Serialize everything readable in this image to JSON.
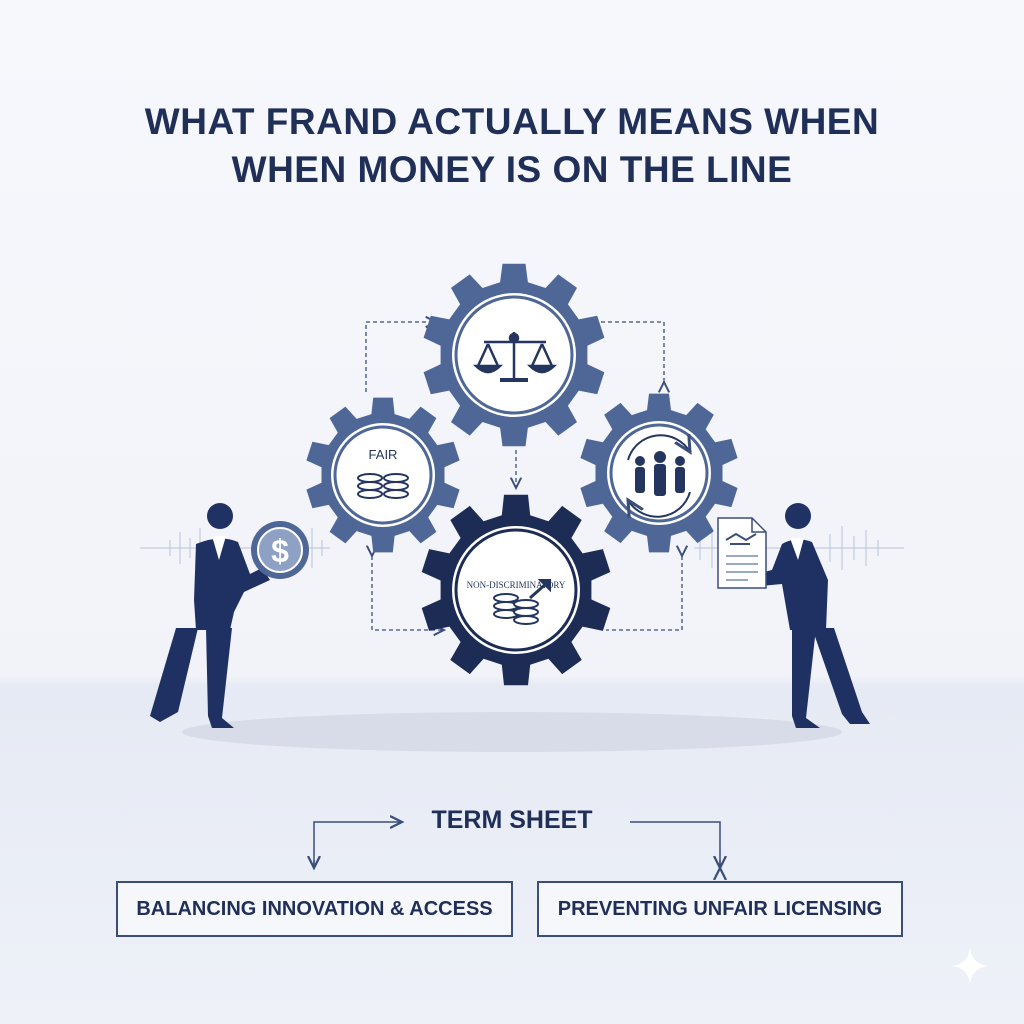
{
  "title": {
    "line1": "WHAT FRAND ACTUALLY MEANS WHEN",
    "line2": "WHEN MONEY IS ON THE LINE"
  },
  "gears": {
    "left_label": "FAIR",
    "center_label": "NON-DISCRIMINATORY"
  },
  "term_sheet": "TERM SHEET",
  "boxes": {
    "left": "BALANCING INNOVATION & ACCESS",
    "right": "PREVENTING UNFAIR LICENSING"
  },
  "coin_symbol": "$",
  "icons": [
    "scales-icon",
    "coins-icon",
    "people-cycle-icon",
    "coins-arrow-icon",
    "dollar-coin-icon",
    "handshake-document-icon"
  ],
  "colors": {
    "navy": "#1f2f58",
    "gear_blue": "#4e6797",
    "gear_dark": "#1c2c55",
    "background": "#f3f5fa"
  }
}
